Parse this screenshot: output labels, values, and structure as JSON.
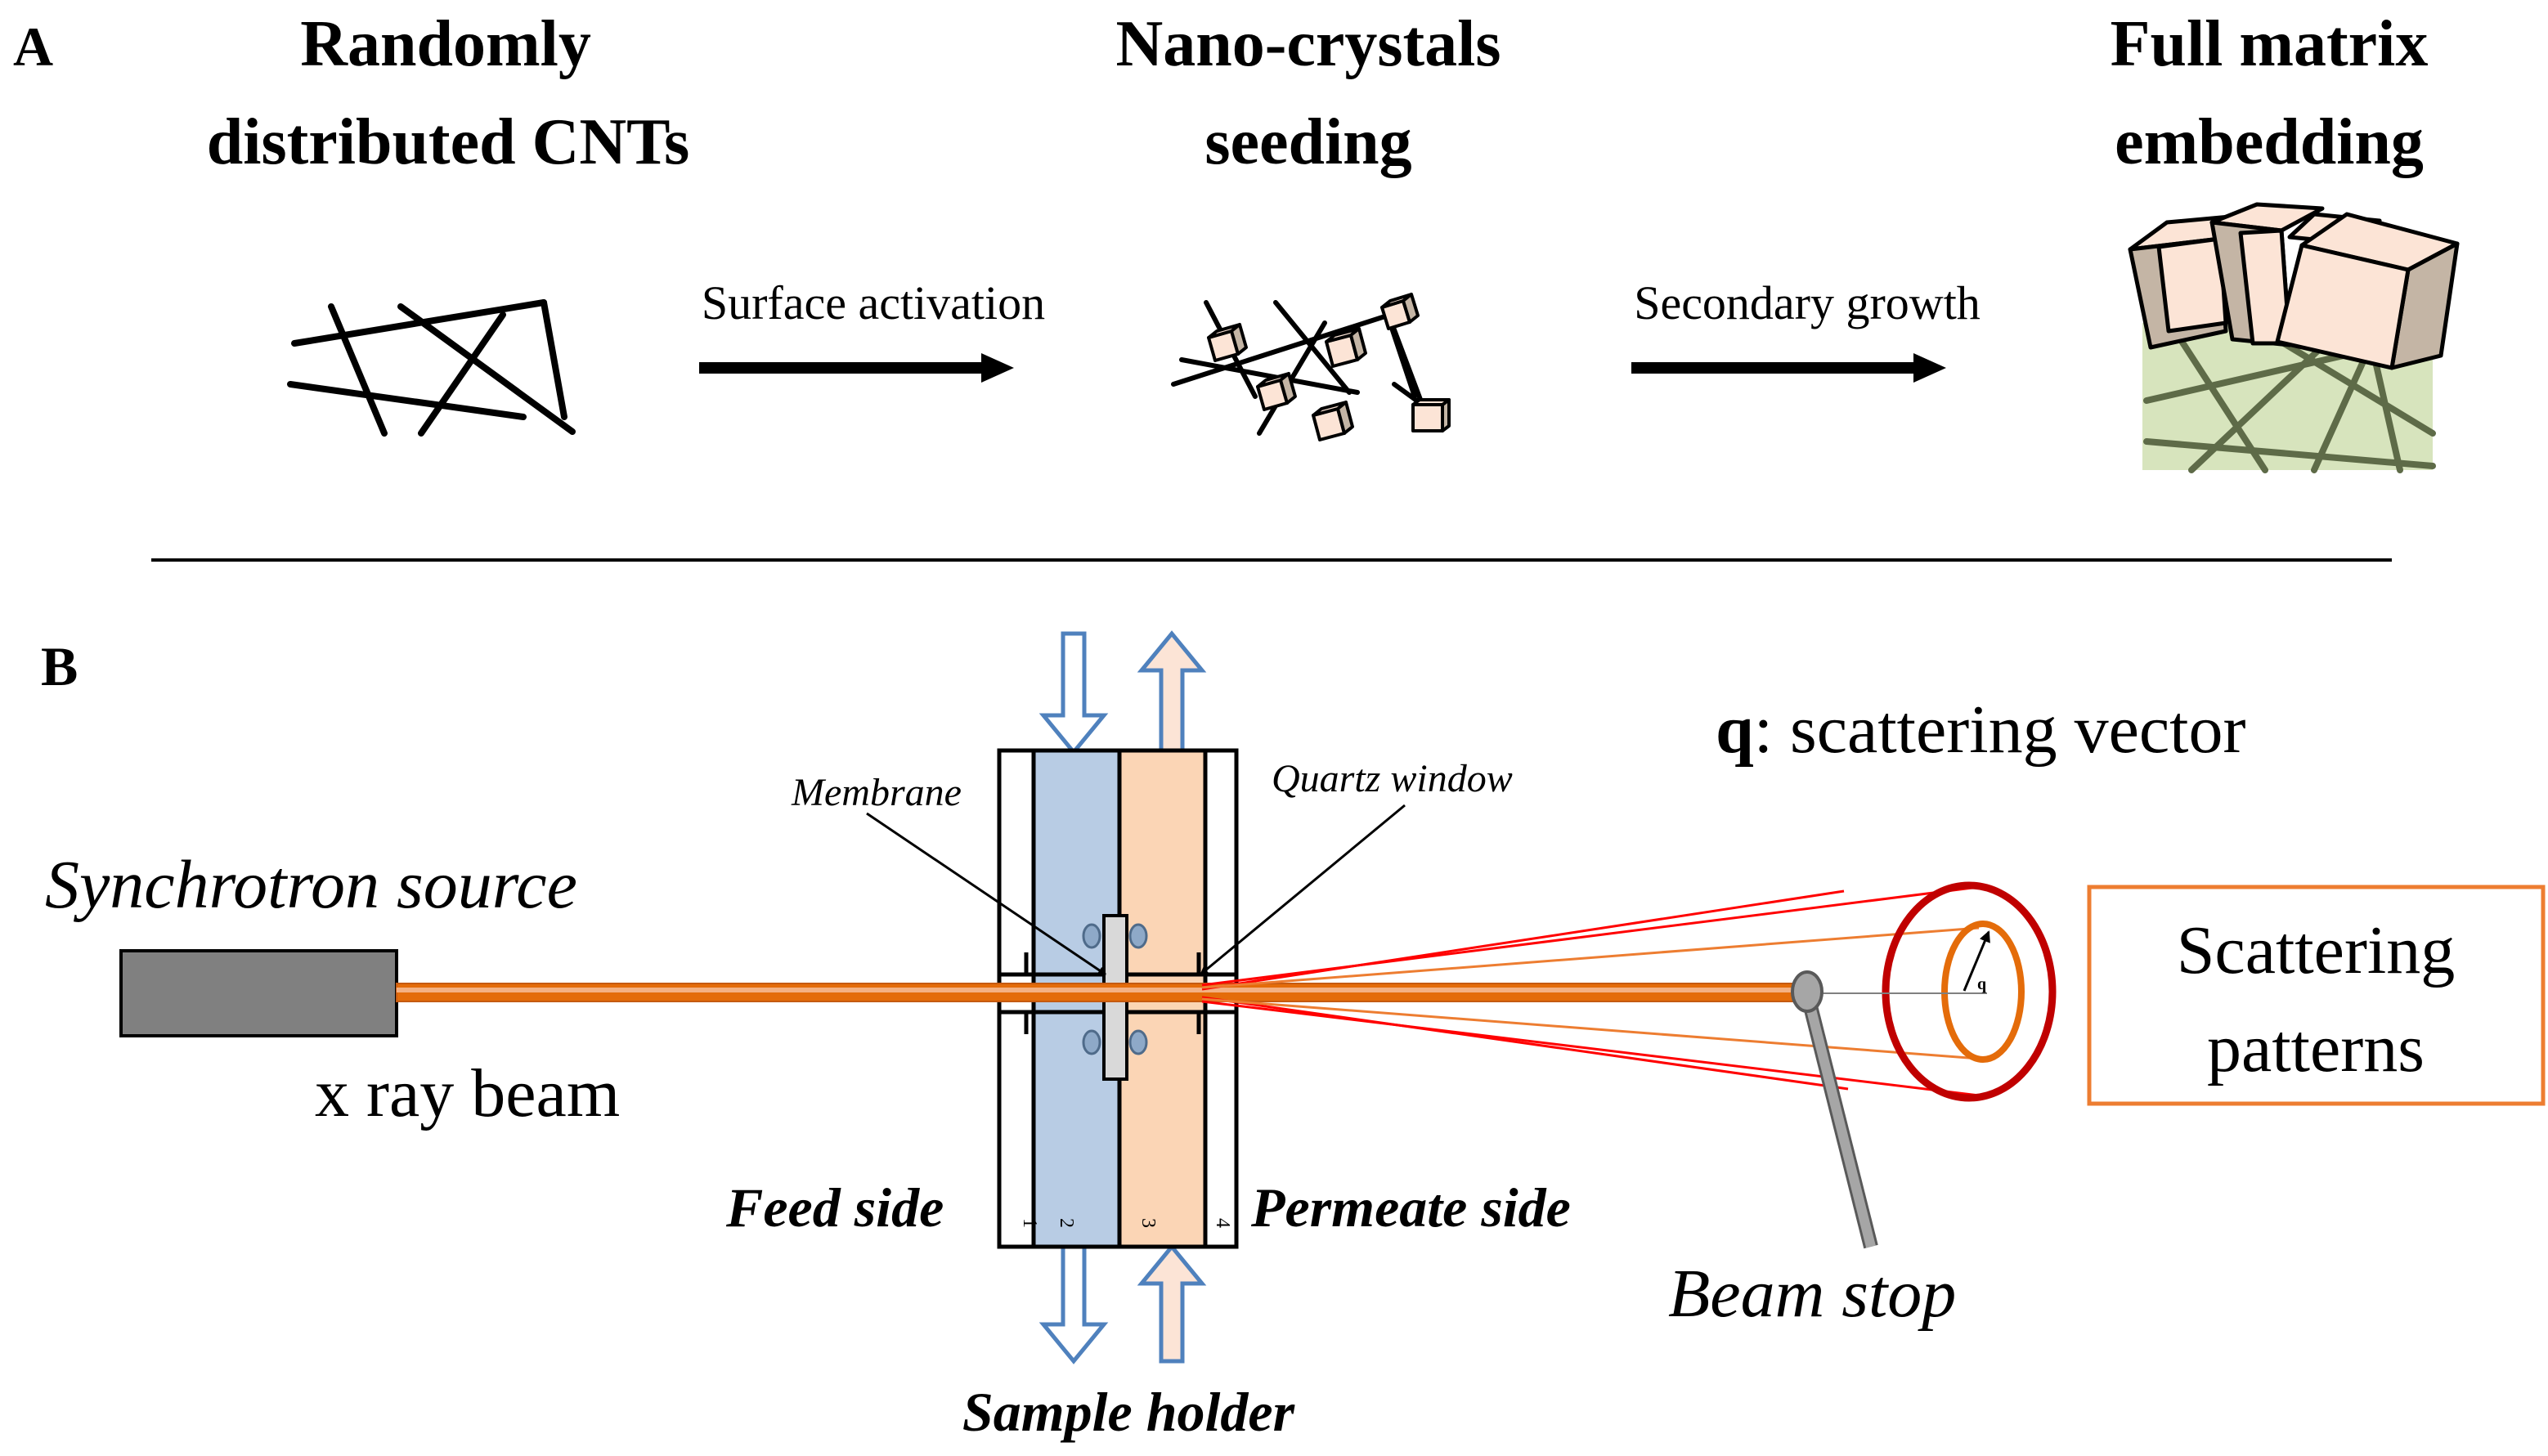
{
  "panel_a": {
    "label": "A",
    "stage1_title": [
      "Randomly",
      "distributed CNTs"
    ],
    "stage2_title": [
      "Nano-crystals",
      "seeding"
    ],
    "stage3_title": [
      "Full matrix",
      "embedding"
    ],
    "arrow1_label": "Surface activation",
    "arrow2_label": "Secondary growth"
  },
  "panel_b": {
    "label": "B",
    "source_label": "Synchrotron source",
    "beam_label": "x ray beam",
    "membrane_label": "Membrane",
    "window_label": "Quartz window",
    "feed_label": "Feed side",
    "permeate_label": "Permeate side",
    "holder_label": "Sample holder",
    "plate_numbers": [
      "1",
      "2",
      "3",
      "4"
    ],
    "q_symbol": "q",
    "q_desc": ": scattering vector",
    "q_small": "q",
    "beamstop_label": "Beam stop",
    "patterns_label": [
      "Scattering",
      "patterns"
    ]
  },
  "colors": {
    "feed_blue": "#b8cce4",
    "permeate_peach": "#fbd5b5",
    "beam_orange": "#e46c0a",
    "ring_red": "#c00000",
    "source_gray": "#808080",
    "arrow_blue": "#4f81bd",
    "crystal_face": "#fce4d6",
    "crystal_side": "#c4b5a5",
    "matrix_green": "#d7e4bd",
    "fiber_green": "#5e6b48"
  }
}
